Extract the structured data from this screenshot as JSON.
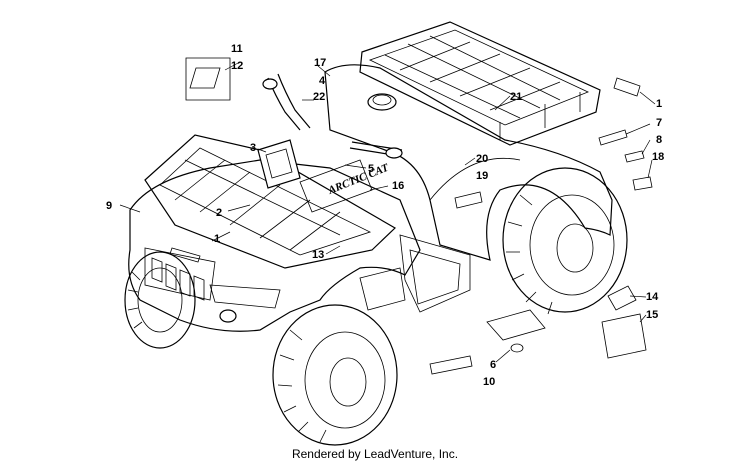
{
  "caption": "Rendered by LeadVenture, Inc.",
  "decal_text": {
    "brand": "ARCTIC CAT"
  },
  "callouts": [
    "11",
    "12",
    "17",
    "4",
    "22",
    "3",
    "5",
    "16",
    "20",
    "19",
    "21",
    "1",
    "7",
    "8",
    "18",
    "9",
    "2",
    "1",
    "13",
    "6",
    "10",
    "14",
    "15"
  ]
}
